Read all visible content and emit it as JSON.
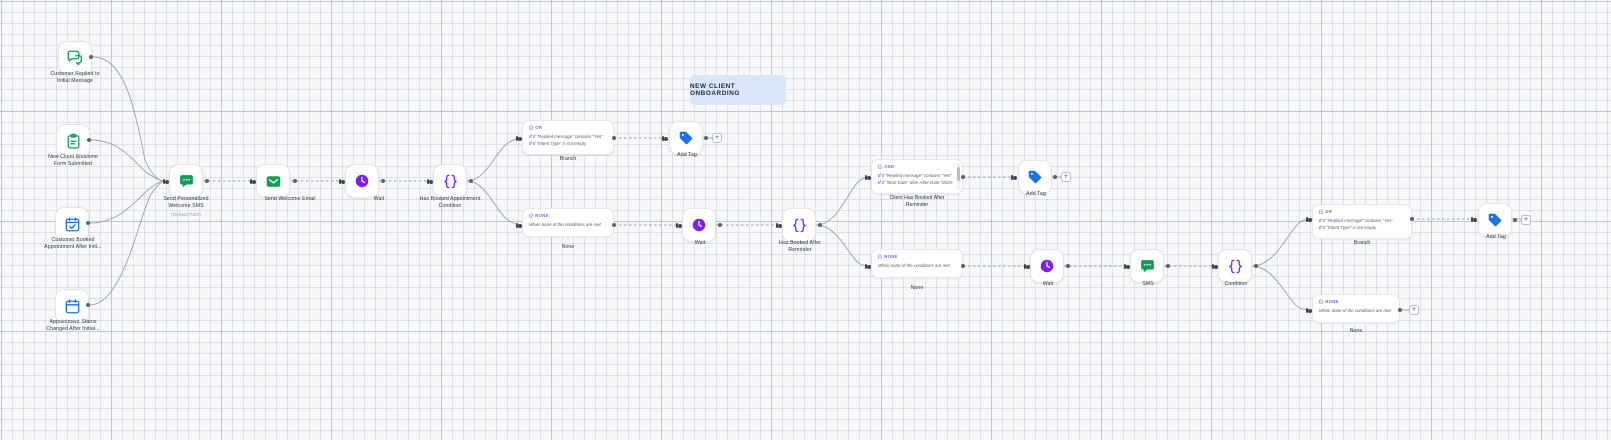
{
  "canvas": {
    "title_chip": "NEW CLIENT ONBOARDING",
    "grid": true,
    "background": "#f7f8fa",
    "accent_purple": "#7c5cf0",
    "accent_green": "#0f9d58",
    "accent_blue": "#1a73e8"
  },
  "triggers": [
    {
      "label": "Customer Replied to\nInitial Message",
      "icon": "chat-bubble-icon"
    },
    {
      "label": "New Client Welcome\nForm Submitted",
      "icon": "clipboard-check-icon"
    },
    {
      "label": "Customer Booked\nAppointment After Initi...",
      "icon": "calendar-check-icon"
    },
    {
      "label": "Appointment Status\nChanged After Initial...",
      "icon": "calendar-icon"
    }
  ],
  "nodes": [
    {
      "id": "sms1",
      "label": "Send Personalized\nWelcome SMS",
      "sublabel": "(Default Path)",
      "icon": "sms-icon"
    },
    {
      "id": "email1",
      "label": "Send Welcome Email",
      "sublabel": "",
      "icon": "email-icon"
    },
    {
      "id": "wait1",
      "label": "Wait",
      "sublabel": "",
      "icon": "clock-icon"
    },
    {
      "id": "cond1",
      "label": "Has Booked Appointment\nCondition",
      "sublabel": "",
      "icon": "condition-braces-icon"
    },
    {
      "id": "tag1",
      "label": "Add Tag",
      "sublabel": "",
      "icon": "tag-icon"
    },
    {
      "id": "wait2",
      "label": "Wait",
      "sublabel": "",
      "icon": "clock-icon"
    },
    {
      "id": "cond2",
      "label": "Has Booked After\nReminder",
      "sublabel": "",
      "icon": "condition-braces-icon"
    },
    {
      "id": "tag2",
      "label": "Add Tag",
      "sublabel": "",
      "icon": "tag-icon"
    },
    {
      "id": "wait3",
      "label": "Wait",
      "sublabel": "",
      "icon": "clock-icon"
    },
    {
      "id": "sms2",
      "label": "SMS",
      "sublabel": "",
      "icon": "sms-icon"
    },
    {
      "id": "cond3",
      "label": "Condition",
      "sublabel": "",
      "icon": "condition-braces-icon"
    },
    {
      "id": "tag3",
      "label": "Add Tag",
      "sublabel": "",
      "icon": "tag-icon"
    }
  ],
  "condition_cards": [
    {
      "id": "branch1",
      "operator": "OR",
      "rows": [
        "If \"Replied message\" contains \"Yes\"",
        "If \"Intent Type\" is not empty"
      ],
      "caption": "Branch",
      "scrollbar": false
    },
    {
      "id": "none1",
      "operator": "NONE",
      "rows": [
        "When none of the conditions are met"
      ],
      "caption": "None",
      "scrollbar": false
    },
    {
      "id": "and1",
      "operator": "AND",
      "rows": [
        "If \"Replied message\" contains \"Yes\"",
        "If \"Start Date\" after After Date \"2024-"
      ],
      "caption": "Client Has Booked After\nReminder",
      "scrollbar": true
    },
    {
      "id": "none2",
      "operator": "NONE",
      "rows": [
        "When none of the conditions are met"
      ],
      "caption": "None",
      "scrollbar": false
    },
    {
      "id": "branch2",
      "operator": "OR",
      "rows": [
        "If \"Replied message\" contains \"Yes\"",
        "If \"Intent Type\" is not empty"
      ],
      "caption": "Branch",
      "scrollbar": false
    },
    {
      "id": "none3",
      "operator": "NONE",
      "rows": [
        "When none of the conditions are met"
      ],
      "caption": "None",
      "scrollbar": false
    }
  ],
  "add_buttons": {
    "symbol": "+",
    "count": 4
  }
}
